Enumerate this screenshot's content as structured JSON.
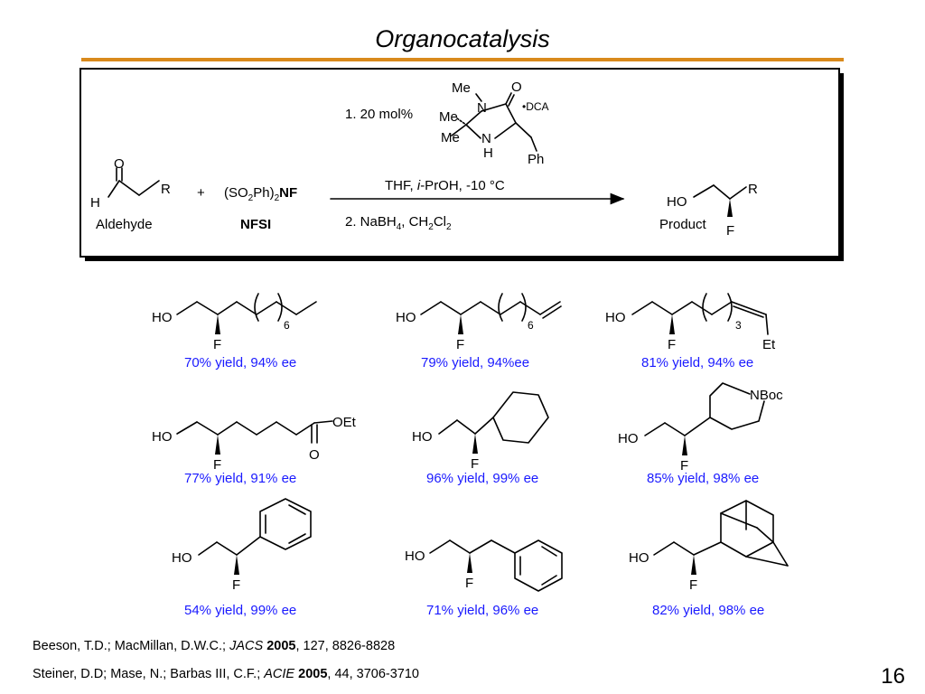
{
  "slide": {
    "title": "Organocatalysis",
    "page_number": "16",
    "accent_color": "#d98a1c",
    "yield_color": "#1a1aff"
  },
  "scheme": {
    "aldehyde_o": "O",
    "aldehyde_h": "H",
    "aldehyde_r": "R",
    "aldehyde_label": "Aldehyde",
    "plus": "+",
    "nfsi_formula_1": "(SO",
    "nfsi_formula_sub1": "2",
    "nfsi_formula_2": "Ph)",
    "nfsi_formula_sub2": "2",
    "nfsi_formula_3": "NF",
    "nfsi_label": "NFSI",
    "step1": "1. 20 mol%",
    "catalyst_me_top": "Me",
    "catalyst_n_top": "N",
    "catalyst_o": "O",
    "catalyst_salt": "•DCA",
    "catalyst_me_mid": "Me",
    "catalyst_me_low": "Me",
    "catalyst_n_low": "N",
    "catalyst_h": "H",
    "catalyst_ph": "Ph",
    "conditions_1": "THF, ",
    "conditions_i": "i",
    "conditions_2": "-PrOH, -10 °C",
    "step2_1": "2. NaBH",
    "step2_sub1": "4",
    "step2_2": ", CH",
    "step2_sub2": "2",
    "step2_3": "Cl",
    "step2_sub3": "2",
    "product_ho": "HO",
    "product_r": "R",
    "product_f": "F",
    "product_label": "Product"
  },
  "examples": {
    "labels": {
      "ho": "HO",
      "f": "F",
      "n6": "6",
      "n3": "3",
      "et": "Et",
      "oet": "OEt",
      "o": "O",
      "nboc": "NBoc"
    },
    "yields": [
      "70% yield, 94% ee",
      "79% yield, 94%ee",
      "81% yield, 94% ee",
      "77% yield, 91% ee",
      "96% yield, 99% ee",
      "85% yield, 98% ee",
      "54% yield, 99% ee",
      "71% yield, 96% ee",
      "82% yield, 98% ee"
    ]
  },
  "references": {
    "ref1_authors": "Beeson, T.D.; MacMillan, D.W.C.; ",
    "ref1_journal": "JACS",
    "ref1_year": "2005",
    "ref1_rest": ", 127, 8826-8828",
    "ref2_authors": "Steiner, D.D; Mase, N.; Barbas III, C.F.; ",
    "ref2_journal": "ACIE",
    "ref2_year": "2005",
    "ref2_rest": ", 44, 3706-3710"
  }
}
